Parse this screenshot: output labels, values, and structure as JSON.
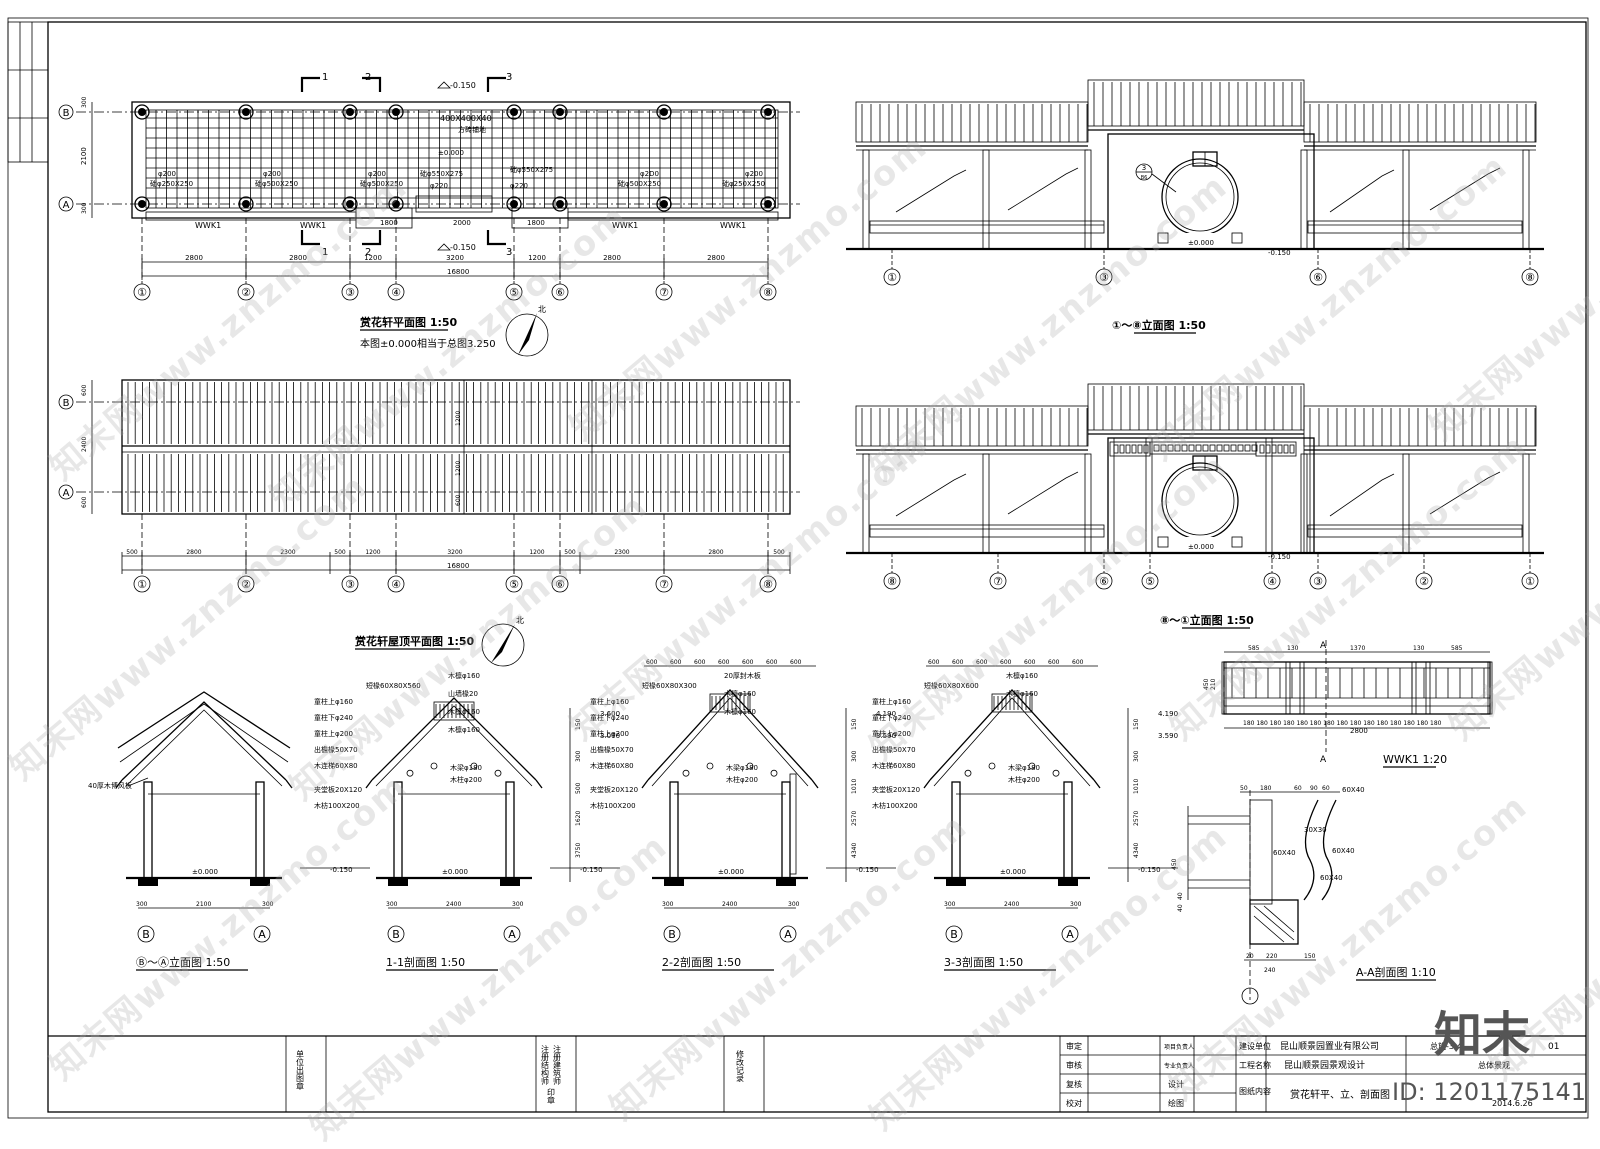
{
  "plan": {
    "title": "赏花轩平面图 1:50",
    "note": "本图±0.000相当于总图3.250",
    "axes": [
      "①",
      "②",
      "③",
      "④",
      "⑤",
      "⑥",
      "⑦",
      "⑧"
    ],
    "rows": [
      "B",
      "A"
    ],
    "dims_bottom": [
      "2800",
      "2800",
      "1200",
      "3200",
      "1200",
      "2800",
      "2800"
    ],
    "total": "16800",
    "dim_mid": [
      "1800",
      "2000",
      "1800"
    ],
    "span_side": [
      "300",
      "2100",
      "300"
    ],
    "elev_top": "-0.150",
    "elev_bottom": "-0.150",
    "elev_mid": "±0.000",
    "grid_note": "400X400X40",
    "grid_note2": "方砖铺地",
    "railing": [
      "WWK1",
      "WWK1",
      "WWK1",
      "WWK1"
    ],
    "col_labels": [
      "φ200",
      "φ200",
      "φ200",
      "φ2D0",
      "φ200"
    ],
    "base_labels": [
      "础φ250X250",
      "础φ500X250",
      "础φ500X250",
      "础φ550X275",
      "础φ550X275",
      "础φ500X250",
      "础φ250X250"
    ],
    "col_small": "φ220",
    "cuts": [
      "1",
      "2",
      "3"
    ],
    "north": "北"
  },
  "roof": {
    "title": "赏花轩屋顶平面图 1:50",
    "dims_bottom": [
      "500",
      "2800",
      "2300",
      "500",
      "1200",
      "3200",
      "1200",
      "500",
      "2300",
      "2800",
      "500"
    ],
    "total": "16800",
    "side": [
      "600",
      "2400",
      "600"
    ],
    "side_mid": [
      "1200",
      "1200",
      "600"
    ],
    "north": "北"
  },
  "elev1": {
    "title": "①～⑧立面图 1:50",
    "axes": [
      "①",
      "③",
      "⑥",
      "⑧"
    ],
    "zero": "±0.000",
    "low": "-0.150",
    "detail": "3",
    "detail_sub": "B6"
  },
  "elev2": {
    "title": "⑧～①立面图 1:50",
    "axes": [
      "⑧",
      "⑦",
      "⑥",
      "⑤",
      "④",
      "③",
      "②",
      "①"
    ],
    "zero": "±0.000",
    "low": "-0.150"
  },
  "sections": [
    {
      "title": "Ⓑ～Ⓐ立面图 1:50",
      "axes": [
        "B",
        "A"
      ],
      "dims": [
        "300",
        "2100",
        "300"
      ],
      "note": "40厚木博风板",
      "zero": "±0.000",
      "low": "-0.150"
    },
    {
      "title": "1-1剖面图 1:50",
      "axes": [
        "B",
        "A"
      ],
      "dims": [
        "300",
        "2400",
        "300"
      ],
      "zero": "±0.000",
      "low": "-0.150",
      "h1": "3.600",
      "h2": "3.000",
      "labels": [
        "短椽60X80X560",
        "童柱上φ160",
        "童柱下φ240",
        "童柱上φ200",
        "出檐椽50X70",
        "木连梯60X80",
        "夹堂板20X120",
        "木枋100X200",
        "木檩φ160",
        "山墙椽20",
        "木檩φ160",
        "木檩φ160",
        "木梁φ180",
        "木柱φ200"
      ],
      "vdims": [
        "3750",
        "1620",
        "500",
        "300",
        "150"
      ]
    },
    {
      "title": "2-2剖面图 1:50",
      "axes": [
        "B",
        "A"
      ],
      "dims": [
        "300",
        "2400",
        "300"
      ],
      "zero": "±0.000",
      "low": "-0.150",
      "h1": "4.190",
      "h2": "3.590",
      "top": [
        "600",
        "600",
        "600",
        "600",
        "600",
        "600",
        "600"
      ],
      "labels": [
        "短椽60X80X300",
        "童柱上φ160",
        "童柱下φ240",
        "童柱上φ200",
        "出檐椽50X70",
        "木连梯60X80",
        "夹堂板20X120",
        "木枋100X200",
        "20厚封木板",
        "木檩φ160",
        "木檩φ160",
        "木梁φ180",
        "木柱φ200"
      ],
      "vdims": [
        "4340",
        "2570",
        "1010",
        "300",
        "150"
      ]
    },
    {
      "title": "3-3剖面图 1:50",
      "axes": [
        "B",
        "A"
      ],
      "dims": [
        "300",
        "2400",
        "300"
      ],
      "zero": "±0.000",
      "low": "-0.150",
      "h1": "4.190",
      "h2": "3.590",
      "top": [
        "600",
        "600",
        "600",
        "600",
        "600",
        "600",
        "600"
      ],
      "labels": [
        "短椽60X80X600",
        "童柱上φ160",
        "童柱下φ240",
        "童柱上φ200",
        "出檐椽50X70",
        "木连梯60X80",
        "夹堂板20X120",
        "木枋100X200",
        "木檩φ160",
        "木檩φ160",
        "木梁φ180",
        "木柱φ200"
      ],
      "vdims": [
        "4340",
        "2570",
        "1010",
        "300",
        "150"
      ]
    }
  ],
  "wwk1": {
    "title": "WWK1 1:20",
    "top": [
      "585",
      "130",
      "1370",
      "130",
      "585"
    ],
    "bottom": "180 180 180 180 180 180 180 180 180 180 180 180 180 180 180",
    "total": "2800",
    "side": [
      "450",
      "210"
    ],
    "cut": "A"
  },
  "aa": {
    "title": "A-A剖面图 1:10",
    "top": [
      "50",
      "180",
      "60",
      "90",
      "60"
    ],
    "labels": [
      "60X40",
      "30X30",
      "60X40",
      "60X40",
      "60X40"
    ],
    "bottom": [
      "20",
      "220",
      "150"
    ],
    "total": "240",
    "side": [
      "450",
      "40",
      "40"
    ]
  },
  "titleblock": {
    "col1": "单位出图章",
    "col2a": "注册结构师",
    "col2b": "注册建筑师",
    "col2c": "印章",
    "col3": "修改记录",
    "roles": [
      "审定",
      "审核",
      "复核",
      "校对"
    ],
    "roles2": [
      "项目负责人",
      "专业负责人",
      "设计",
      "绘图"
    ],
    "roles3": [
      "建设单位",
      "工程名称",
      "图纸内容"
    ],
    "client": "昆山顺景园置业有限公司",
    "project": "昆山顺景园景观设计",
    "content": "赏花轩平、立、剖面图",
    "drawing_no": "总施-3-4",
    "sheet": "01",
    "type": "总体景观",
    "date": "2014.6.26"
  },
  "watermark": "知末网www.znzmo.com",
  "brand": "知末",
  "id": "ID: 1201175141"
}
